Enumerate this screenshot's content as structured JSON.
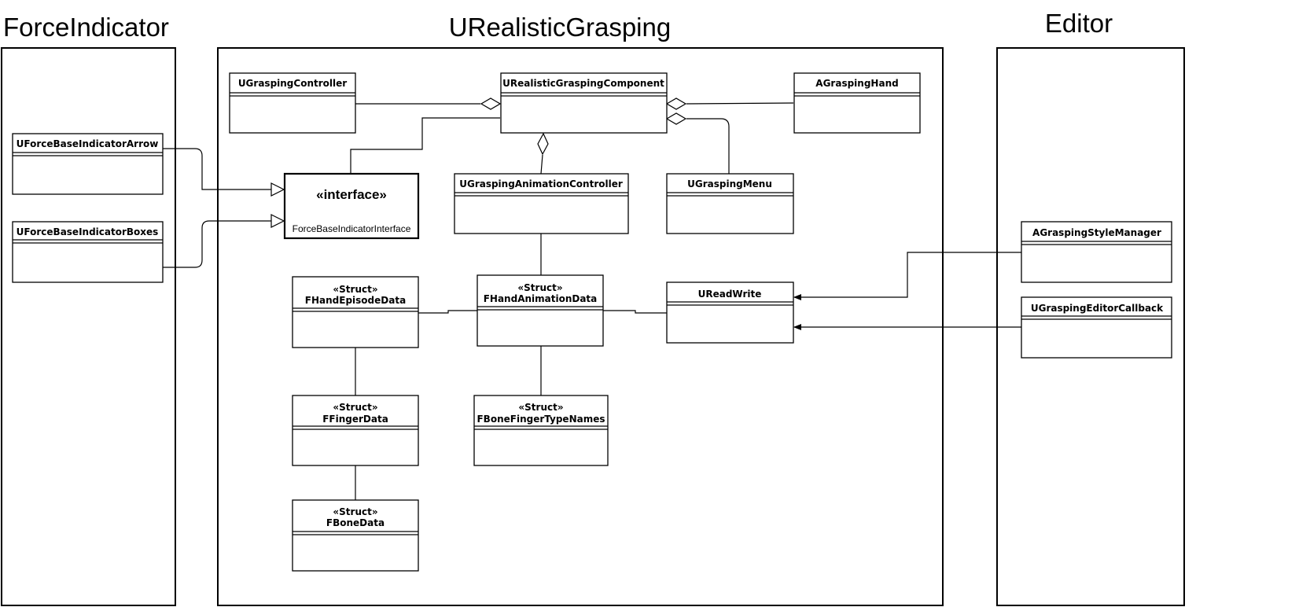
{
  "packages": {
    "force_indicator": "ForceIndicator",
    "realistic_grasping": "URealisticGrasping",
    "editor": "Editor"
  },
  "classes": {
    "arrow": "UForceBaseIndicatorArrow",
    "boxes": "UForceBaseIndicatorBoxes",
    "controller": "UGraspingController",
    "component": "URealisticGraspingComponent",
    "hand": "AGraspingHand",
    "anim_controller": "UGraspingAnimationController",
    "menu": "UGraspingMenu",
    "read_write": "UReadWrite",
    "style_manager": "AGraspingStyleManager",
    "editor_callback": "UGraspingEditorCallback"
  },
  "structs": {
    "stereotype": "«Struct»",
    "episode": "FHandEpisodeData",
    "animation": "FHandAnimationData",
    "finger": "FFingerData",
    "bone_finger": "FBoneFingerTypeNames",
    "bone": "FBoneData"
  },
  "interface": {
    "stereotype": "«interface»",
    "name": "ForceBaseIndicatorInterface"
  }
}
